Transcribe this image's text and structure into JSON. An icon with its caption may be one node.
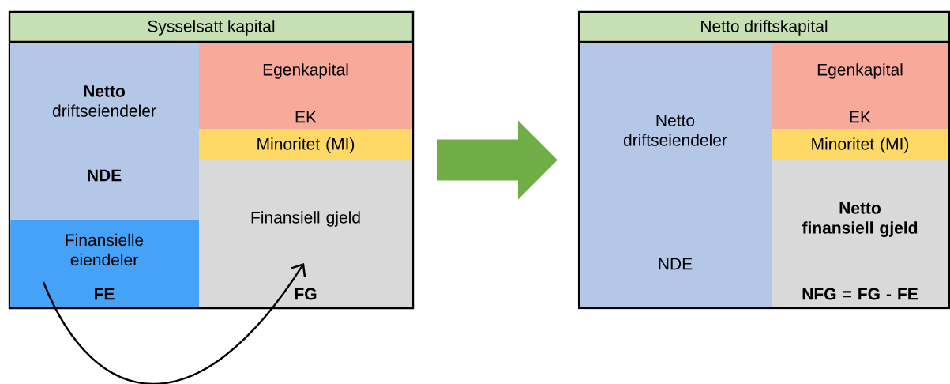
{
  "diagram": {
    "nodes": [
      {
        "text": [
          "Sysselsatt kapital"
        ]
      },
      {
        "text": [
          "**Netto** driftseiendeler",
          "NDE"
        ],
        "in": 0
      },
      {
        "text": [
          "Finansielle eiendeler",
          "FE"
        ],
        "in": 0
      },
      {
        "text": [
          "Egenkapital",
          "EK"
        ],
        "in": 0
      },
      {
        "text": [
          "Minoritet (MI)"
        ],
        "in": 0
      },
      {
        "text": [
          "Finansiell gjeld",
          "FG"
        ],
        "in": 0
      },
      {
        "text": [
          "Netto driftskapital"
        ]
      },
      {
        "text": [
          "Netto driftseiendeler",
          "NDE"
        ],
        "in": 6
      },
      {
        "text": [
          "Egenkapital",
          "EK"
        ],
        "in": 6
      },
      {
        "text": [
          "Minoritet (MI)"
        ],
        "in": 6
      },
      {
        "text": [
          "Netto finansiell gjeld",
          "NFG = FG - FE"
        ],
        "in": 6
      }
    ],
    "edges": [
      {
        "from": 0,
        "to": 6,
        "arrow": "to",
        "style": "thick",
        "color": "#70ad47"
      },
      {
        "from": 2,
        "to": 5,
        "arrow": "to",
        "color": "#000000"
      }
    ]
  }
}
